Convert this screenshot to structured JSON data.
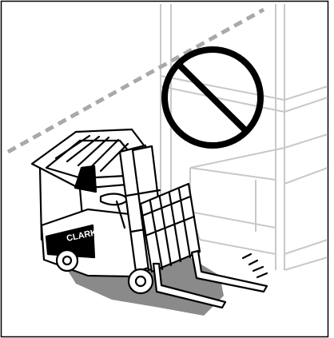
{
  "illustration": {
    "subject": "forklift-tipping-warning",
    "prohibition_symbol": "no-entry-circle-slash",
    "brand_text": "CLARK"
  },
  "colors": {
    "line": "#000000",
    "background": "#ffffff",
    "shadow": "#8a8a8a",
    "dash": "#a9a9a9",
    "rack": "#c8c8c8"
  }
}
